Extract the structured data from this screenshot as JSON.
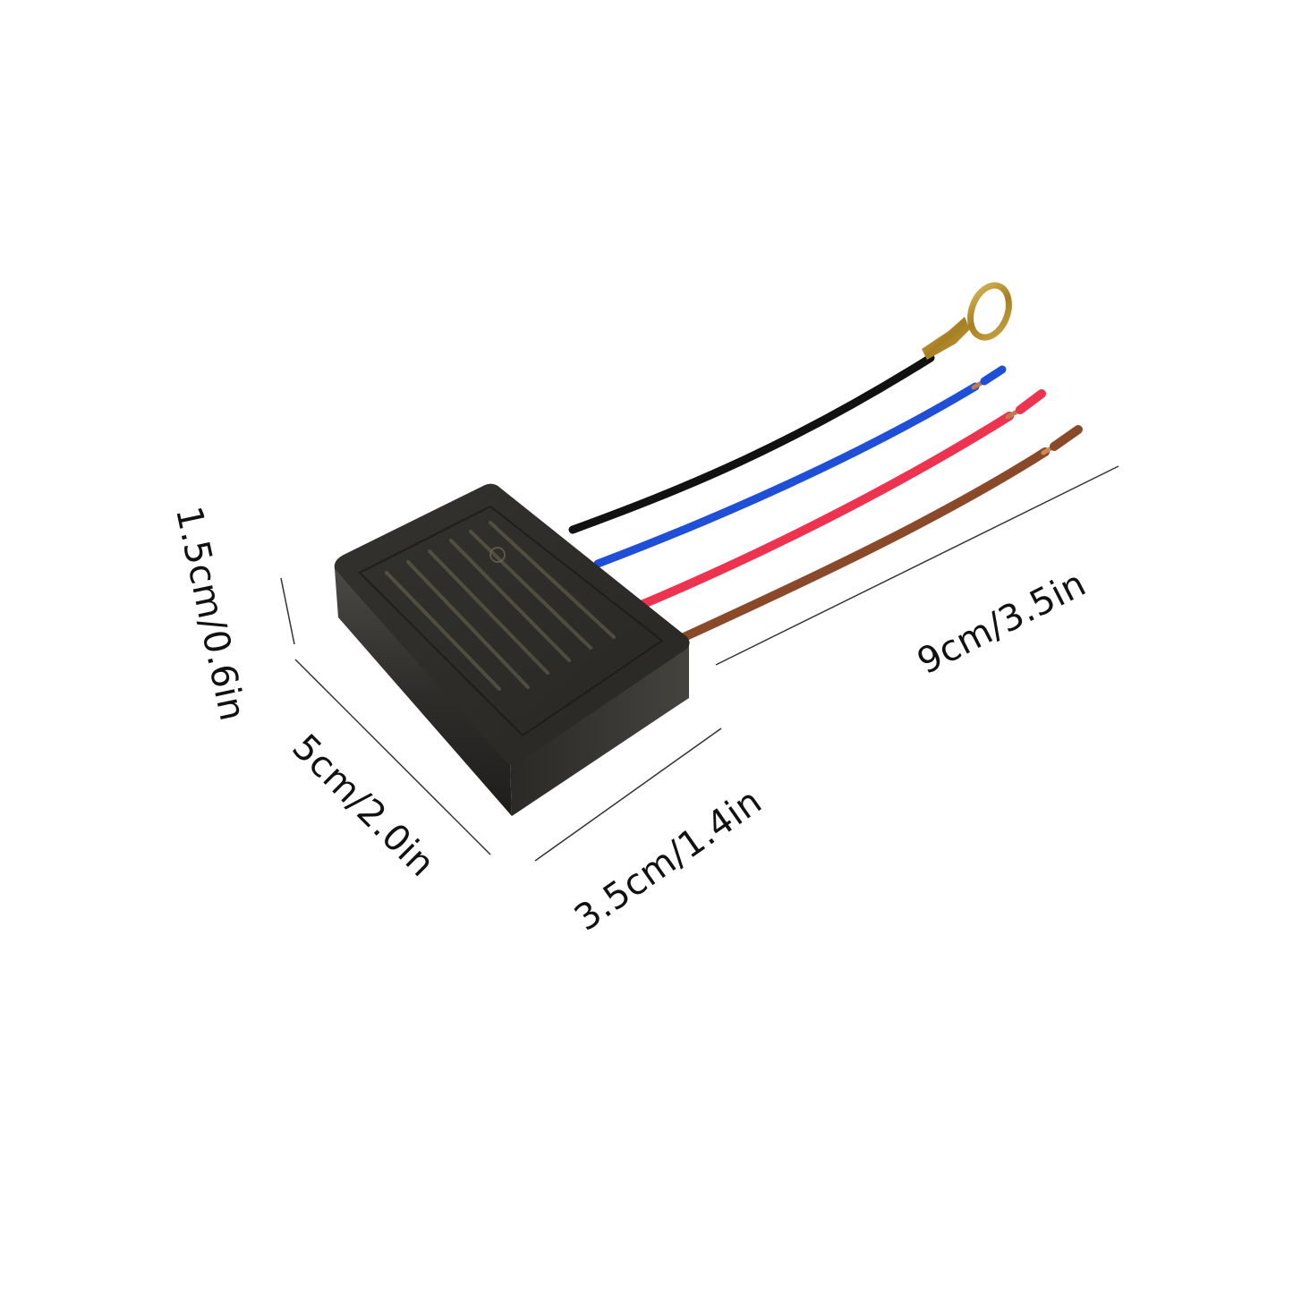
{
  "product": {
    "name": "touch-lamp-control-module",
    "body_color": "#2b2a27",
    "side_color": "#3a3834",
    "label_text_color": "#6b6a55"
  },
  "wires": [
    {
      "name": "black",
      "color": "#111111",
      "terminal": "ring"
    },
    {
      "name": "blue",
      "color": "#1f4fd6",
      "terminal": "stripped"
    },
    {
      "name": "red",
      "color": "#ee3350",
      "terminal": "stripped"
    },
    {
      "name": "brown",
      "color": "#8a4a2a",
      "terminal": "stripped"
    }
  ],
  "ring_terminal": {
    "color": "#b8902a"
  },
  "dimensions": {
    "height": "1.5cm/0.6in",
    "length": "5cm/2.0in",
    "width": "3.5cm/1.4in",
    "wire_length": "9cm/3.5in"
  }
}
